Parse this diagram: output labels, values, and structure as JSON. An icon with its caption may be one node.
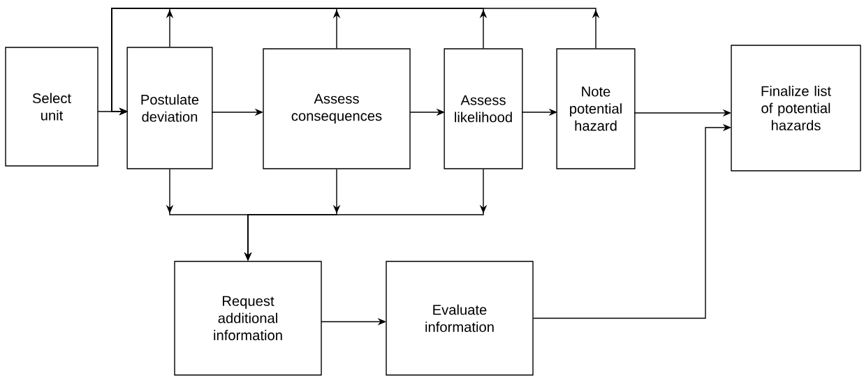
{
  "diagram": {
    "nodes": [
      {
        "text": [
          "Select unit"
        ]
      },
      {
        "text": [
          "Postulate deviation"
        ]
      },
      {
        "text": [
          "Assess consequences"
        ]
      },
      {
        "text": [
          "Assess likelihood"
        ]
      },
      {
        "text": [
          "Note potential hazard"
        ]
      },
      {
        "text": [
          "Finalize list of potential hazards"
        ]
      },
      {
        "text": [
          "Request additional information"
        ]
      },
      {
        "text": [
          "Evaluate information"
        ]
      }
    ],
    "edges": [
      {
        "from": 0,
        "to": 1,
        "arrow": "to"
      },
      {
        "from": 1,
        "to": 2,
        "arrow": "to"
      },
      {
        "from": 2,
        "to": 3,
        "arrow": "to"
      },
      {
        "from": 3,
        "to": 4,
        "arrow": "to"
      },
      {
        "from": 4,
        "to": 5,
        "arrow": "to"
      },
      {
        "from": 1,
        "to": 1,
        "arrow": "to"
      },
      {
        "from": 2,
        "to": 1,
        "arrow": "to"
      },
      {
        "from": 3,
        "to": 1,
        "arrow": "to"
      },
      {
        "from": 4,
        "to": 1,
        "arrow": "to"
      },
      {
        "from": 1,
        "to": 6,
        "arrow": "to"
      },
      {
        "from": 2,
        "to": 6,
        "arrow": "to"
      },
      {
        "from": 3,
        "to": 6,
        "arrow": "to"
      },
      {
        "from": 6,
        "to": 7,
        "arrow": "to"
      },
      {
        "from": 7,
        "to": 5,
        "arrow": "to"
      }
    ]
  }
}
